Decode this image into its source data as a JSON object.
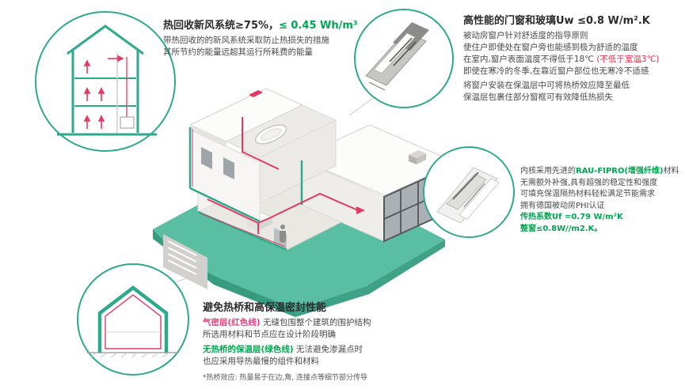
{
  "colors": {
    "accent_teal": "#2FA98C",
    "platform_teal": "#5ABFA2",
    "green_text": "#00A651",
    "red_text": "#E0304A",
    "magenta_text": "#ED3F80",
    "duct_red": "#E23A63",
    "text_dark": "#3C3C3C"
  },
  "ventilation": {
    "title": "热回收新风系统≥75%，",
    "title_value": "≤ 0.45 Wh/m³",
    "body": [
      "带热回收的的新风系统采取防止热损失的措施",
      "其所节约的能量远超其运行所耗费的能量"
    ]
  },
  "windows": {
    "title": "高性能的门窗和玻璃Uw ≤0.8 W/m².K",
    "line1": "被动房窗户针对舒适度的指导原则",
    "line2": "使住户即使处在窗户旁也能感到极为舒适的温度",
    "line3_pre": "在室内,窗户表面温度不得低于18℃ ",
    "line3_red": "(不低于室温3℃)",
    "line4": "即使在寒冷的冬季,在靠近窗户部位也无寒冷不适感",
    "line5": "将窗户安装在保温层中可将热桥效应降至最低",
    "line6": "保温层包裹住部分窗框可有效降低热损失"
  },
  "profile": {
    "line1_pre": "内核采用先进的",
    "line1_green": "RAU-FIPRO(增强纤维)",
    "line1_post": "材料",
    "line2": "无需额外补强,具有超强的稳定性和强度",
    "line3": "可填充保温隔热材料轻松满足节能需求",
    "line4": "拥有德国被动房PHI认证",
    "value1": "传热系数Uf =0.79 W/m²K",
    "value2": "整窗≤0.8W//m2.K。"
  },
  "thermal": {
    "title": "避免热桥和高保温密封性能",
    "p1_lead": "气密层(红色线)",
    "p1_rest": " 无缝包围整个建筑的围护结构",
    "p1_line2": "所选用材料和节点应在设计阶段明确",
    "p2_lead": "无热桥的保温层(绿色线)",
    "p2_rest": " 无法避免渗漏点时",
    "p2_line2": "也应采用导热最慢的组件和材料",
    "footnote": "*热桥效应: 热量易于在边,角, 连接点等细节部分传导"
  }
}
